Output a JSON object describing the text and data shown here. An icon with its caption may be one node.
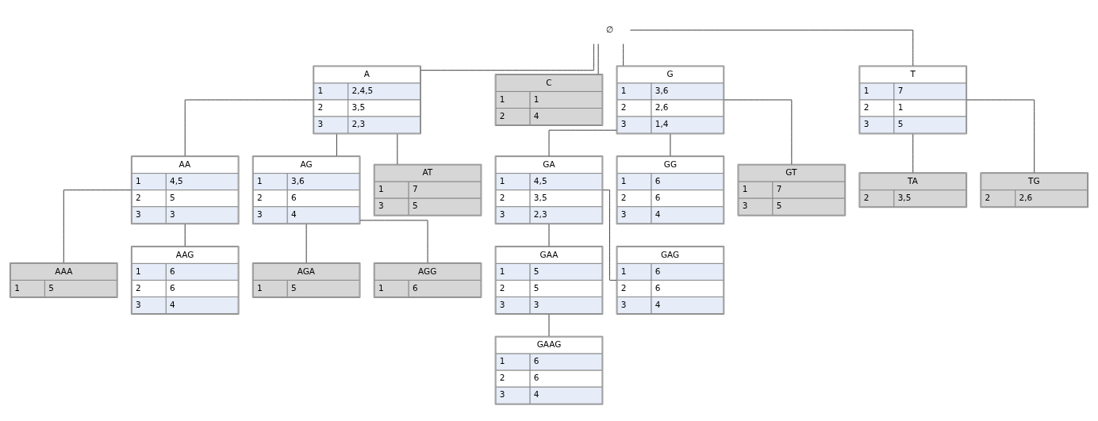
{
  "diagram": {
    "nodes": [
      {
        "text": [
          "∅"
        ]
      },
      {
        "text": [
          "A",
          "1",
          "2,4,5",
          "2",
          "3,5",
          "3",
          "2,3"
        ]
      },
      {
        "text": [
          "C",
          "1",
          "1",
          "2",
          "4"
        ]
      },
      {
        "text": [
          "G",
          "1",
          "3,6",
          "2",
          "2,6",
          "3",
          "1,4"
        ]
      },
      {
        "text": [
          "T",
          "1",
          "7",
          "2",
          "1",
          "3",
          "5"
        ]
      },
      {
        "text": [
          "AA",
          "1",
          "4,5",
          "2",
          "5",
          "3",
          "3"
        ]
      },
      {
        "text": [
          "AG",
          "1",
          "3,6",
          "2",
          "6",
          "3",
          "4"
        ]
      },
      {
        "text": [
          "AT",
          "1",
          "7",
          "3",
          "5"
        ]
      },
      {
        "text": [
          "GA",
          "1",
          "4,5",
          "2",
          "3,5",
          "3",
          "2,3"
        ]
      },
      {
        "text": [
          "GG",
          "1",
          "6",
          "2",
          "6",
          "3",
          "4"
        ]
      },
      {
        "text": [
          "GT",
          "1",
          "7",
          "3",
          "5"
        ]
      },
      {
        "text": [
          "TA",
          "2",
          "3,5"
        ]
      },
      {
        "text": [
          "TG",
          "2",
          "2,6"
        ]
      },
      {
        "text": [
          "AAA",
          "1",
          "5"
        ]
      },
      {
        "text": [
          "AAG",
          "1",
          "6",
          "2",
          "6",
          "3",
          "4"
        ]
      },
      {
        "text": [
          "AGA",
          "1",
          "5"
        ]
      },
      {
        "text": [
          "AGG",
          "1",
          "6"
        ]
      },
      {
        "text": [
          "GAA",
          "1",
          "5",
          "2",
          "5",
          "3",
          "3"
        ]
      },
      {
        "text": [
          "GAG",
          "1",
          "6",
          "2",
          "6",
          "3",
          "4"
        ]
      },
      {
        "text": [
          "GAAG",
          "1",
          "6",
          "2",
          "6",
          "3",
          "4"
        ]
      }
    ],
    "edges": [
      {
        "from": 0,
        "to": 1,
        "arrow": "none"
      },
      {
        "from": 0,
        "to": 2,
        "arrow": "none"
      },
      {
        "from": 0,
        "to": 3,
        "arrow": "none"
      },
      {
        "from": 0,
        "to": 4,
        "arrow": "none"
      },
      {
        "from": 1,
        "to": 5,
        "arrow": "none"
      },
      {
        "from": 1,
        "to": 6,
        "arrow": "none"
      },
      {
        "from": 1,
        "to": 7,
        "arrow": "none"
      },
      {
        "from": 3,
        "to": 8,
        "arrow": "none"
      },
      {
        "from": 3,
        "to": 9,
        "arrow": "none"
      },
      {
        "from": 3,
        "to": 10,
        "arrow": "none"
      },
      {
        "from": 4,
        "to": 11,
        "arrow": "none"
      },
      {
        "from": 4,
        "to": 12,
        "arrow": "none"
      },
      {
        "from": 5,
        "to": 13,
        "arrow": "none"
      },
      {
        "from": 5,
        "to": 14,
        "arrow": "none"
      },
      {
        "from": 6,
        "to": 15,
        "arrow": "none"
      },
      {
        "from": 6,
        "to": 16,
        "arrow": "none"
      },
      {
        "from": 8,
        "to": 17,
        "arrow": "none"
      },
      {
        "from": 8,
        "to": 18,
        "arrow": "none"
      },
      {
        "from": 17,
        "to": 19,
        "arrow": "none"
      }
    ]
  }
}
